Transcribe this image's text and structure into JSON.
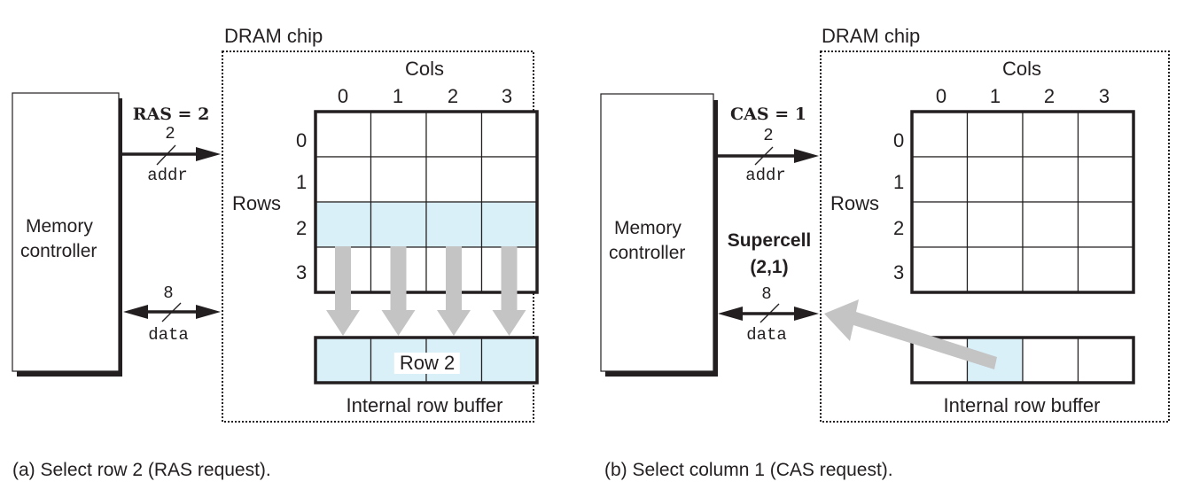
{
  "panels": [
    {
      "id": "a",
      "chip_label": "DRAM chip",
      "controller_label": [
        "Memory",
        "controller"
      ],
      "cols_label": "Cols",
      "rows_label": "Rows",
      "col_indices": [
        "0",
        "1",
        "2",
        "3"
      ],
      "row_indices": [
        "0",
        "1",
        "2",
        "3"
      ],
      "signal_label": "RAS = 2",
      "addr_width": "2",
      "addr_label": "addr",
      "data_width": "8",
      "data_label": "data",
      "highlighted_row": 2,
      "buffer_label": "Row 2",
      "buffer_caption": "Internal row buffer",
      "caption": "(a) Select row 2 (RAS request)."
    },
    {
      "id": "b",
      "chip_label": "DRAM chip",
      "controller_label": [
        "Memory",
        "controller"
      ],
      "cols_label": "Cols",
      "rows_label": "Rows",
      "col_indices": [
        "0",
        "1",
        "2",
        "3"
      ],
      "row_indices": [
        "0",
        "1",
        "2",
        "3"
      ],
      "signal_label": "CAS = 1",
      "addr_width": "2",
      "addr_label": "addr",
      "data_width": "8",
      "data_label": "data",
      "supercell_label": [
        "Supercell",
        "(2,1)"
      ],
      "highlighted_buffer_col": 1,
      "buffer_caption": "Internal row buffer",
      "caption": "(b) Select column 1 (CAS request)."
    }
  ],
  "colors": {
    "highlight": "#daf0f9",
    "arrow_gray": "#c4c4c4",
    "line": "#231f20"
  }
}
